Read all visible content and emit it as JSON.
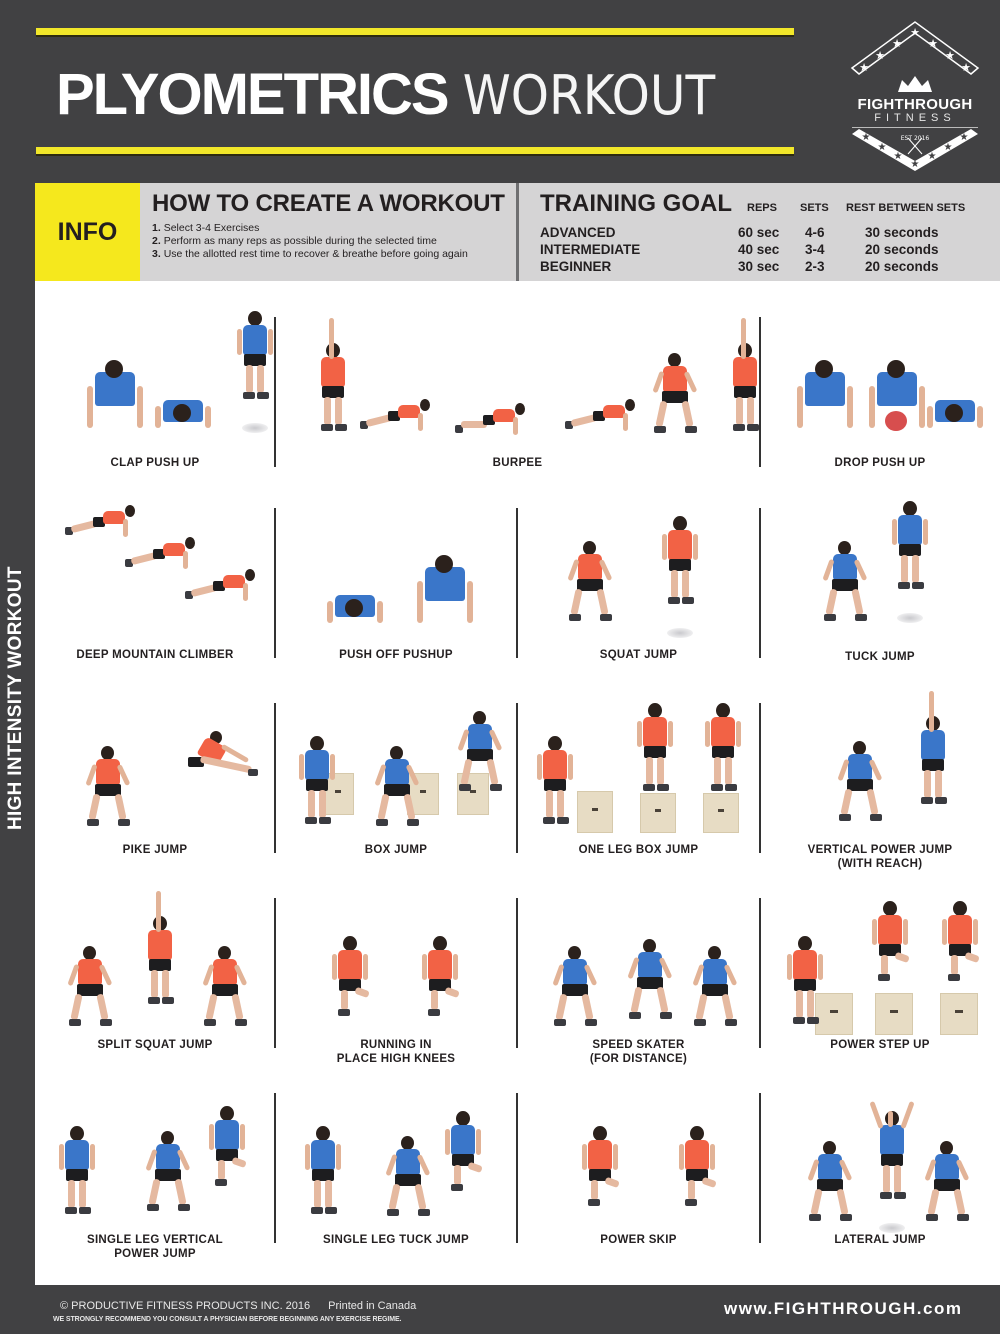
{
  "header": {
    "title_bold": "PLYOMETRICS",
    "title_thin": "WORKOUT",
    "accent_color": "#f2e72a",
    "background_color": "#414143"
  },
  "logo": {
    "brand": "FIGHTHROUGH",
    "sub": "FITNESS",
    "est": "EST 2016"
  },
  "info": {
    "tag": "INFO",
    "heading": "HOW TO CREATE A WORKOUT",
    "steps": [
      {
        "num": "1.",
        "text": "Select 3-4 Exercises"
      },
      {
        "num": "2.",
        "text": "Perform as many reps as possible during the selected time"
      },
      {
        "num": "3.",
        "text": "Use the allotted rest time to recover & breathe before going again"
      }
    ]
  },
  "training_goal": {
    "heading": "TRAINING GOAL",
    "columns": [
      "REPS",
      "SETS",
      "REST BETWEEN SETS"
    ],
    "rows": [
      {
        "level": "ADVANCED",
        "reps": "60 sec",
        "sets": "4-6",
        "rest": "30 seconds"
      },
      {
        "level": "INTERMEDIATE",
        "reps": "40 sec",
        "sets": "3-4",
        "rest": "20 seconds"
      },
      {
        "level": "BEGINNER",
        "reps": "30 sec",
        "sets": "2-3",
        "rest": "20 seconds"
      }
    ]
  },
  "side_label": "HIGH INTENSITY WORKOUT",
  "exercises": [
    {
      "row": 1,
      "label_1": "CLAP PUSH UP",
      "label_2": ""
    },
    {
      "row": 1,
      "label_1": "BURPEE",
      "label_2": ""
    },
    {
      "row": 1,
      "label_1": "DROP PUSH UP",
      "label_2": ""
    },
    {
      "row": 2,
      "label_1": "DEEP MOUNTAIN CLIMBER",
      "label_2": ""
    },
    {
      "row": 2,
      "label_1": "PUSH OFF PUSHUP",
      "label_2": ""
    },
    {
      "row": 2,
      "label_1": "SQUAT JUMP",
      "label_2": ""
    },
    {
      "row": 2,
      "label_1": "TUCK JUMP",
      "label_2": ""
    },
    {
      "row": 3,
      "label_1": "PIKE JUMP",
      "label_2": ""
    },
    {
      "row": 3,
      "label_1": "BOX JUMP",
      "label_2": ""
    },
    {
      "row": 3,
      "label_1": "ONE LEG BOX JUMP",
      "label_2": ""
    },
    {
      "row": 3,
      "label_1": "VERTICAL POWER JUMP",
      "label_2": "(WITH REACH)"
    },
    {
      "row": 4,
      "label_1": "SPLIT SQUAT JUMP",
      "label_2": ""
    },
    {
      "row": 4,
      "label_1": "RUNNING IN",
      "label_2": "PLACE HIGH KNEES"
    },
    {
      "row": 4,
      "label_1": "SPEED SKATER",
      "label_2": "(FOR DISTANCE)"
    },
    {
      "row": 4,
      "label_1": "POWER STEP UP",
      "label_2": ""
    },
    {
      "row": 5,
      "label_1": "SINGLE LEG VERTICAL",
      "label_2": "POWER JUMP"
    },
    {
      "row": 5,
      "label_1": "SINGLE LEG TUCK JUMP",
      "label_2": ""
    },
    {
      "row": 5,
      "label_1": "POWER SKIP",
      "label_2": ""
    },
    {
      "row": 5,
      "label_1": "LATERAL JUMP",
      "label_2": ""
    }
  ],
  "footer": {
    "copyright": "© PRODUCTIVE FITNESS PRODUCTS INC. 2016",
    "printed": "Printed in Canada",
    "warning": "WE STRONGLY RECOMMEND YOU CONSULT A PHYSICIAN BEFORE BEGINNING ANY EXERCISE REGIME.",
    "url": "www.FIGHTHROUGH.com"
  }
}
